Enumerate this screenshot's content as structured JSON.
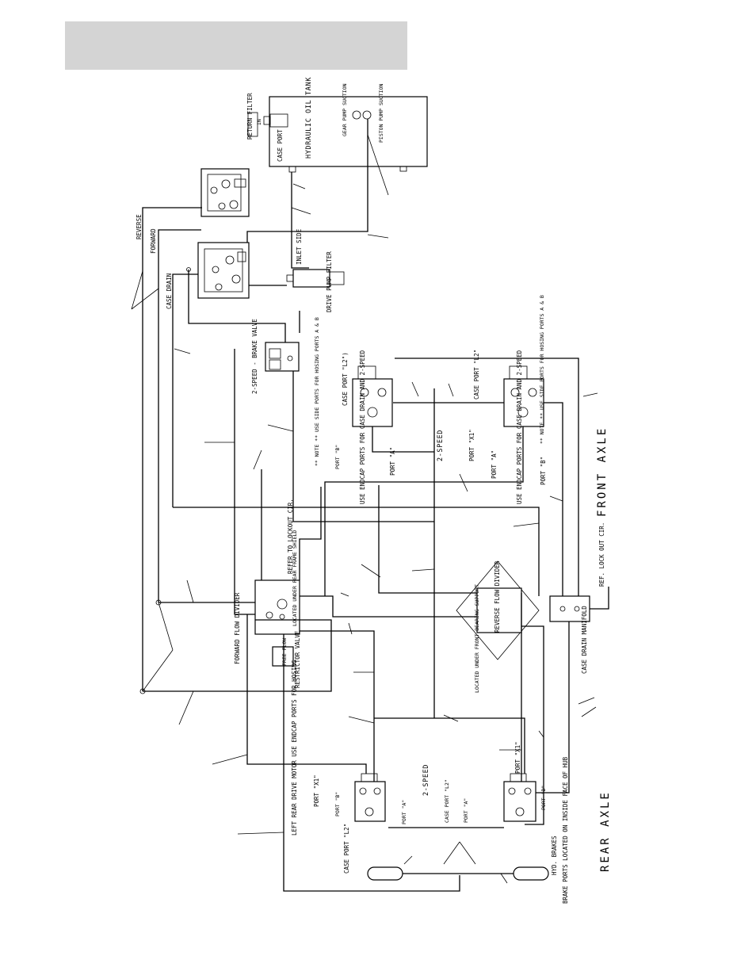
{
  "header": {
    "background": "#d4d4d4"
  },
  "labels": {
    "return_filter": "RETURN FILTER",
    "filter_in": "IN",
    "case_port": "CASE PORT",
    "hydraulic_tank": "HYDRAULIC OIL TANK",
    "gear_pump_suction": "GEAR PUMP SUCTION",
    "piston_pump_suction": "PISTON PUMP SUCTION",
    "reverse": "REVERSE",
    "forward": "FORWARD",
    "case_drain": "CASE DRAIN",
    "inlet_side": "INLET SIDE",
    "drive_pump_filter": "DRIVE PUMP FILTER",
    "two_speed_brake_valve": "2-SPEED - BRAKE VALVE",
    "case_port_l2_front_left": "CASE PORT \"L2\")",
    "case_port_l2_front_right": "CASE PORT \"L2\"",
    "note_side_ports_left": "** NOTE ** USE SIDE PORTS FOR HOSING PORTS A & B",
    "note_side_ports_right": "** NOTE ** USE SIDE PORTS FOR HOSING PORTS A & B",
    "port_x1_front": "PORT \"X1\"",
    "port_a_front_right": "PORT \"A\"",
    "port_b_front_right": "PORT \"B\"",
    "port_b_front_left": "PORT \"B\"",
    "port_a_front_left": "PORT \"A\"",
    "endcap_left": "USE ENDCAP PORTS FOR CASE DRAIN AND 2-SPEED",
    "endcap_right": "USE ENDCAP PORTS FOR CASE DRAIN AND 2-SPEED",
    "two_speed_front": "2-SPEED",
    "front_axle": "FRONT AXLE",
    "ref_lockout": "REF. LOCK OUT CIR.",
    "case_drain_manifold": "CASE DRAIN MANIFOLD",
    "refer_lockout": "REFER TO LOCKOUT CIR.",
    "located_under_rear_frame": "LOCATED UNDER REAR FRAME SHIELD",
    "forward_flow_divider": "FORWARD FLOW DIVIDER",
    "free_flow": "FREE FLOW",
    "restrictor_valve": "RESTRICTOR VALVE",
    "reverse_flow_divider": "REVERSE FLOW DIVIDER",
    "located_under_front_bearing": "LOCATED UNDER FRONT BEARING SUPPORT",
    "two_speed_rear": "2-SPEED",
    "port_x1_rear_right": "PORT \"X1\"",
    "port_x1_rear_left": "PORT \"X1\"",
    "left_rear_drive_motor": "LEFT REAR DRIVE MOTOR USE ENDCAP PORTS FOR HOSING",
    "port_b_rear_left": "PORT \"B\"",
    "port_a_rear_left": "PORT \"A\"",
    "case_port_l2_rear_left": "CASE PORT \"L2\"",
    "case_port_l2_rear_right": "CASE PORT \"L2\"",
    "port_a_rear_right": "PORT \"A\"",
    "port_b_rear_right": "PORT \"B\"",
    "rear_axle": "REAR AXLE",
    "hyd_brakes": "HYD. BRAKES",
    "brake_ports": "BRAKE PORTS LOCATED ON INSIDE FACE OF HUB"
  }
}
